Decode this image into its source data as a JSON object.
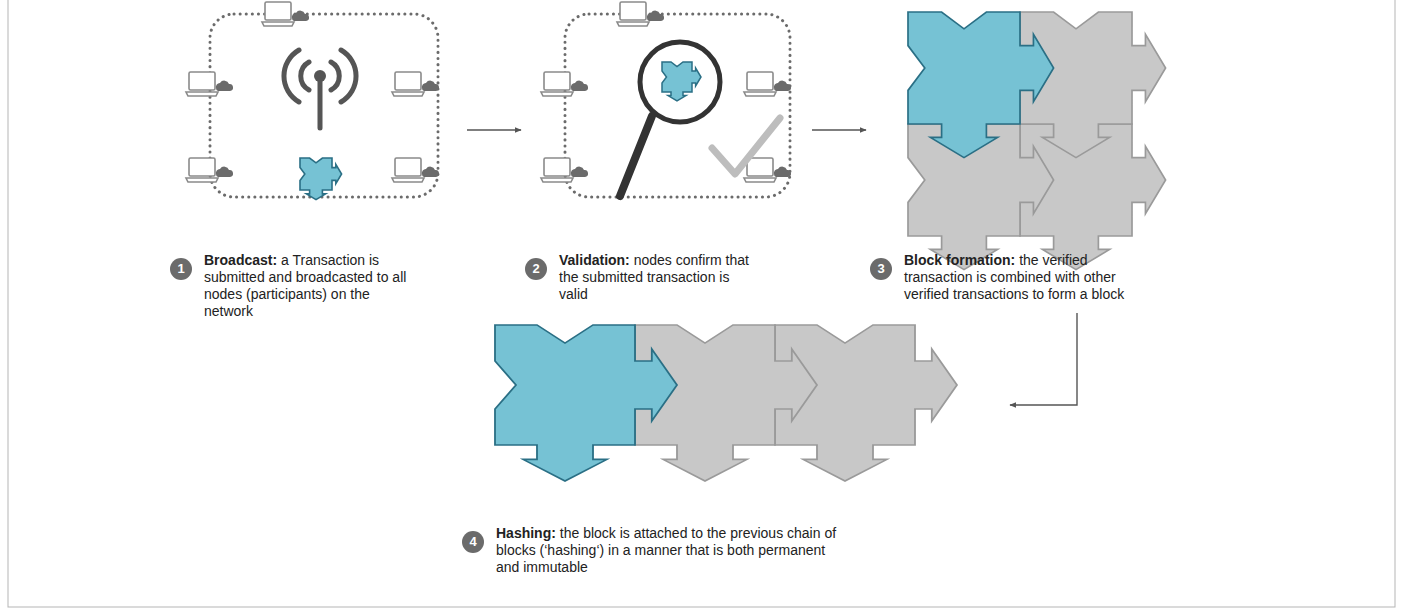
{
  "diagram": {
    "nodes": [
      {
        "text": [
          "1",
          "Broadcast:",
          "a Transaction is submitted and broadcasted to all nodes (participants) on the network"
        ]
      },
      {
        "text": [
          "2",
          "Validation:",
          "nodes confirm that the submitted transaction is valid"
        ]
      },
      {
        "text": [
          "3",
          "Block formation:",
          "the verified transaction is combined with other verified transactions to form a block"
        ]
      },
      {
        "text": [
          "4",
          "Hashing:",
          "the block is attached to the previous chain of blocks (‘hashing‘) in a manner that is both permanent and immutable"
        ]
      }
    ],
    "edges": [
      {
        "from": 0,
        "to": 1,
        "arrow": "to"
      },
      {
        "from": 1,
        "to": 2,
        "arrow": "to"
      },
      {
        "from": 2,
        "to": 3,
        "arrow": "to"
      }
    ]
  }
}
